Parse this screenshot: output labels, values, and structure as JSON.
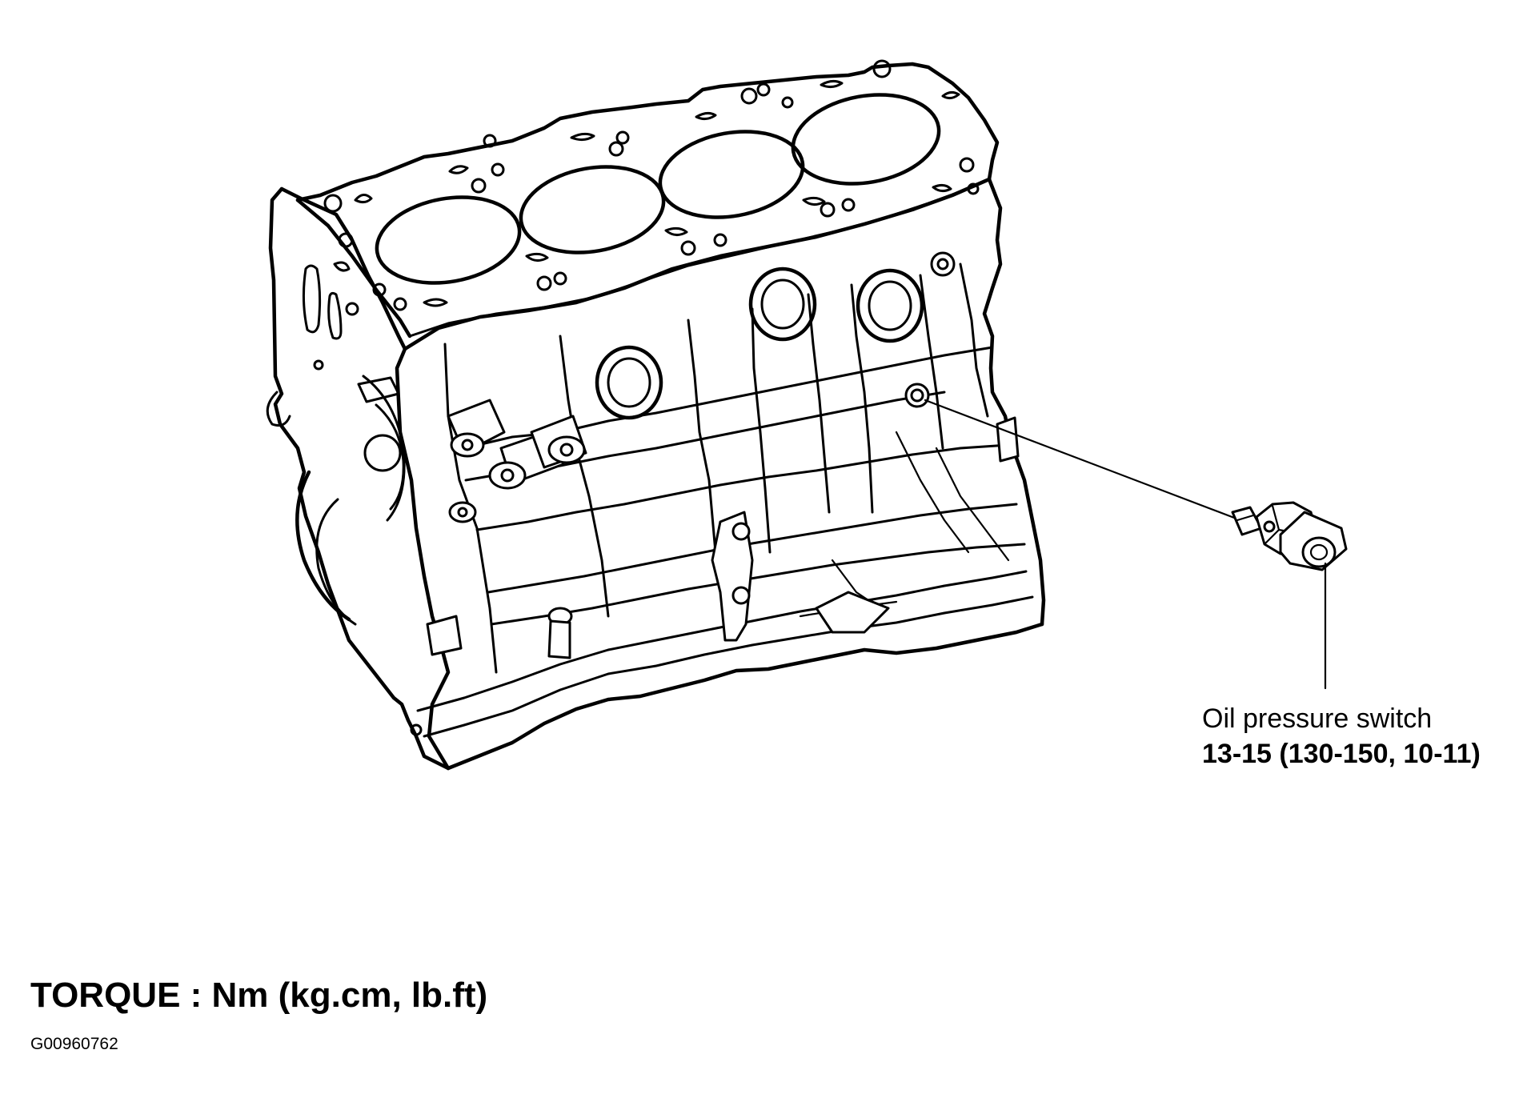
{
  "diagram": {
    "component": {
      "name": "Oil pressure switch",
      "torque": "13-15 (130-150, 10-11)"
    },
    "torque_units": "TORQUE : Nm (kg.cm, lb.ft)",
    "figure_id": "G00960762"
  }
}
